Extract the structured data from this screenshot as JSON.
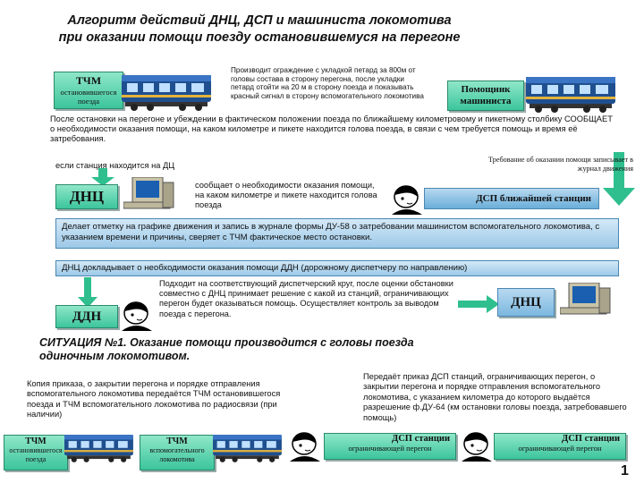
{
  "title": {
    "line1": "Алгоритм действий ДНЦ, ДСП и машиниста локомотива",
    "line2": "при оказании помощи поезду остановившемуся на перегоне"
  },
  "tchm_top": {
    "label": "ТЧМ",
    "sub": "остановившегося поезда"
  },
  "fencing_text": "Производит ограждение с укладкой петард за 800м от головы состава в сторону перегона, после укладки петард отойти на 20 м в сторону поезда и показывать красный сигнал в сторону вспомогательного локомотива",
  "assistant_box": "Помощник машиниста",
  "after_stop_text": "После остановки на перегоне и убеждении в фактическом положении поезда по ближайшему километровому и пикетному столбику СООБЩАЕТ о необходимости оказания помощи, на каком километре и пикете находится голова поезда, в связи с чем требуется помощь и время её затребования.",
  "request_note": "Требование об оказании помощи записывает в журнал движения",
  "if_station": "если станция находится на ДЦ",
  "dnc_box": "ДНЦ",
  "reports_text": "сообщает о необходимости оказания помощи, на каком километре и пикете находится голова поезда",
  "dsp_nearest": "ДСП ближайшей станции",
  "mark_text": "Делает отметку на графике движения и запись в журнале формы ДУ-58 о затребовании машинистом вспомогательного локомотива, с указанием времени и причины, сверяет с ТЧМ фактическое место остановки.",
  "dnc_reports_ddn": "ДНЦ докладывает о необходимости оказания помощи ДДН (дорожному диспетчеру по направлению)",
  "ddn_text": "Подходит на соответствующий диспетчерский круг, после оценки обстановки совместно с ДНЦ принимает решение с какой из станций, ограничивающих перегон будет оказываться помощь. Осуществляет контроль за выводом поезда с перегона.",
  "ddn_box": "ДДН",
  "dnc_box2": "ДНЦ",
  "situation": {
    "line1": "СИТУАЦИЯ №1. Оказание помощи производится с головы поезда",
    "line2": "одиночным локомотивом."
  },
  "copy_order_text": "Копия приказа, о закрытии перегона и порядке отправления вспомогательного локомотива передаётся ТЧМ остановившегося поезда и ТЧМ вспомогательного локомотива по радиосвязи (при наличии)",
  "transfer_order_text": "Передаёт приказ ДСП станций, ограничивающих перегон, о закрытии перегона и порядке отправления вспомогательного локомотива, с указанием километра до которого выдаётся разрешение ф.ДУ-64 (км остановки головы поезда, затребовавшего помощь)",
  "tchm_bottom1": {
    "label": "ТЧМ",
    "sub": "остановившегося поезда"
  },
  "tchm_bottom2": {
    "label": "ТЧМ",
    "sub": "вспомогательного локомотива"
  },
  "dsp_station1": {
    "label": "ДСП станции",
    "sub": "ограничивающей перегон"
  },
  "dsp_station2": {
    "label": "ДСП станции",
    "sub": "ограничивающей перегон"
  },
  "page_number": "1",
  "colors": {
    "green_box": "#3cc59b",
    "blue_box": "#6aaed9",
    "train_blue": "#1f4f8f",
    "arrow_green": "#2fbf8f"
  }
}
